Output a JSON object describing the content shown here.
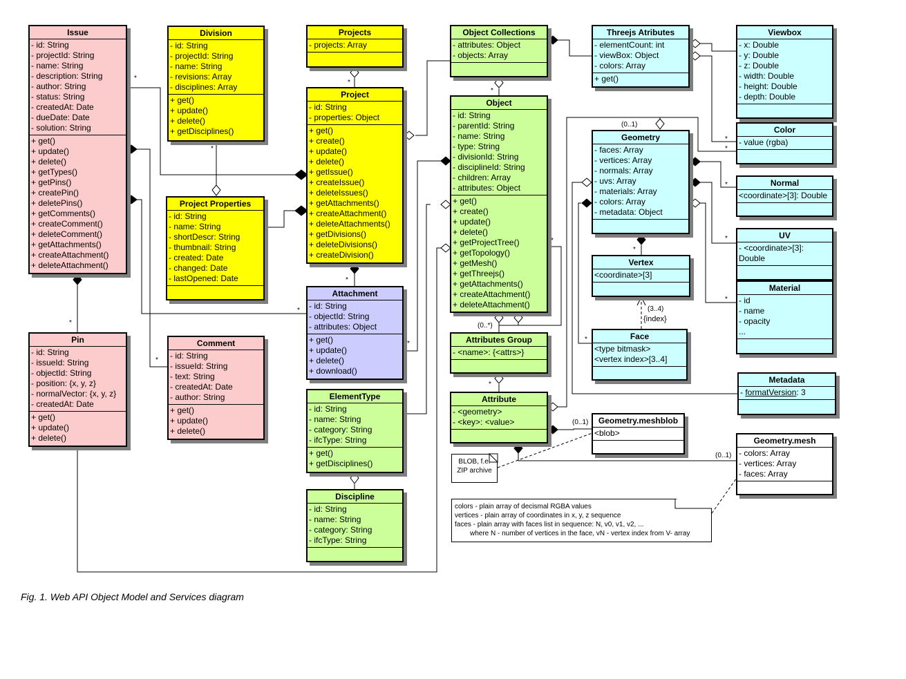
{
  "caption": "Fig. 1. Web API Object Model and Services diagram",
  "classes": {
    "issue": {
      "title": "Issue",
      "attrs": [
        "- id: String",
        "- projectId: String",
        "- name: String",
        "- description: String",
        "- author: String",
        "- status: String",
        "- createdAt: Date",
        "- dueDate: Date",
        "- solution: String"
      ],
      "ops": [
        "+ get()",
        "+ update()",
        "+ delete()",
        "+ getTypes()",
        "+ getPins()",
        "+ createPin()",
        "+ deletePins()",
        "+ getComments()",
        "+ createComment()",
        "+ deleteComment()",
        "+ getAttachments()",
        "+ createAttachment()",
        "+ deleteAttachment()"
      ]
    },
    "division": {
      "title": "Division",
      "attrs": [
        "- id: String",
        "- projectId: String",
        "- name: String",
        "- revisions: Array",
        "- disciplines: Array"
      ],
      "ops": [
        "+ get()",
        "+ update()",
        "+ delete()",
        "+ getDisciplines()"
      ]
    },
    "projects": {
      "title": "Projects",
      "attrs": [
        "- projects: Array"
      ]
    },
    "project": {
      "title": "Project",
      "attrs": [
        "- id: String",
        "- properties: Object"
      ],
      "ops": [
        "+ get()",
        "+ create()",
        "+ update()",
        "+ delete()",
        "+ getIssue()",
        "+ createIssue()",
        "+ deleteIssues()",
        "+ getAttachments()",
        "+ createAttachment()",
        "+ deleteAttachments()",
        "+ getDivisions()",
        "+ deleteDivisions()",
        "+ createDivision()"
      ]
    },
    "project_properties": {
      "title": "Project Properties",
      "attrs": [
        "- id: String",
        "- name: String",
        "- shortDescr: String",
        "- thumbnail: String",
        "- created: Date",
        "- changed: Date",
        "- lastOpened: Date"
      ]
    },
    "attachment": {
      "title": "Attachment",
      "attrs": [
        "- id: String",
        "- objectId: String",
        "- attributes: Object"
      ],
      "ops": [
        "+ get()",
        "+ update()",
        "+ delete()",
        "+ download()"
      ]
    },
    "element_type": {
      "title": "ElementType",
      "attrs": [
        "- id: String",
        "- name: String",
        "- category: String",
        "- ifcType: String"
      ],
      "ops": [
        "+ get()",
        "+ getDisciplines()"
      ]
    },
    "discipline": {
      "title": "Discipline",
      "attrs": [
        "- id: String",
        "- name: String",
        "- category: String",
        "- ifcType: String"
      ]
    },
    "pin": {
      "title": "Pin",
      "attrs": [
        "- id: String",
        "- issueId: String",
        "- objectId: String",
        "- position: {x, y, z}",
        "- normalVector: {x, y, z}",
        "- createdAt: Date"
      ],
      "ops": [
        "+ get()",
        "+ update()",
        "+ delete()"
      ]
    },
    "comment": {
      "title": "Comment",
      "attrs": [
        "- id: String",
        "- issueId: String",
        "- text: String",
        "- createdAt: Date",
        "- author: String"
      ],
      "ops": [
        "+ get()",
        "+ update()",
        "+ delete()"
      ]
    },
    "object_collections": {
      "title": "Object Collections",
      "attrs": [
        "- attributes: Object",
        "- objects: Array"
      ]
    },
    "object": {
      "title": "Object",
      "attrs": [
        "- id: String",
        "- parentId: String",
        "- name: String",
        "- type: String",
        "- divisionId: String",
        "- disciplineId: String",
        "- children: Array",
        "- attributes: Object"
      ],
      "ops": [
        "+ get()",
        "+ create()",
        "+ update()",
        "+ delete()",
        "+ getProjectTree()",
        "+ getTopology()",
        "+ getMesh()",
        "+ getThreejs()",
        "+ getAttachments()",
        "+ createAttachment()",
        "+ deleteAttachment()"
      ]
    },
    "attributes_group": {
      "title": "Attributes Group",
      "attrs": [
        "- <name>: {<attrs>}"
      ]
    },
    "attribute": {
      "title": "Attribute",
      "attrs": [
        "- <geometry>",
        "- <key>: <value>"
      ]
    },
    "threejs_attributes": {
      "title": "Threejs Atributes",
      "attrs": [
        "- elementCount: int",
        "- viewBox: Object",
        "- colors: Array"
      ],
      "ops": [
        "+ get()"
      ]
    },
    "viewbox": {
      "title": "Viewbox",
      "attrs": [
        "- x: Double",
        "- y: Double",
        "- z: Double",
        "- width: Double",
        "- height: Double",
        "- depth: Double"
      ]
    },
    "color": {
      "title": "Color",
      "attrs": [
        "- value (rgba)"
      ]
    },
    "geometry": {
      "title": "Geometry",
      "attrs": [
        "- faces: Array",
        "- vertices: Array",
        "- normals: Array",
        "- uvs: Array",
        "- materials: Array",
        "- colors: Array",
        "- metadata: Object"
      ]
    },
    "normal": {
      "title": "Normal",
      "attrs": [
        "<coordinate>[3]: Double"
      ]
    },
    "uv": {
      "title": "UV",
      "attrs": [
        "- <coordinate>[3]:",
        "Double"
      ]
    },
    "vertex": {
      "title": "Vertex",
      "attrs": [
        "<coordinate>[3]"
      ]
    },
    "material": {
      "title": "Material",
      "attrs": [
        "- id",
        "- name",
        "- opacity",
        "..."
      ]
    },
    "face": {
      "title": "Face",
      "attrs": [
        "<type bitmask>",
        "<vertex index>[3..4]"
      ]
    },
    "metadata": {
      "title": "Metadata",
      "attr_name": "formatVersion",
      "attr_value": ": 3"
    },
    "geometry_meshblob": {
      "title": "Geometry.meshblob",
      "attrs": [
        "<blob>"
      ]
    },
    "geometry_mesh": {
      "title": "Geometry.mesh",
      "attrs": [
        "- colors: Array",
        "- vertices: Array",
        "- faces: Array"
      ]
    }
  },
  "notes": {
    "blob": [
      "BLOB, f.e.",
      "ZIP archive"
    ],
    "mesh": [
      "colors - plain array of decismal RGBA values",
      "vertices - plain array of coordinates in x, y, z sequence",
      "faces - plain array with faces list in sequence: N, v0, v1, v2, ...",
      "where N - number of vertices in the face, vN - vertex index from V- array"
    ]
  },
  "multiplicities": {
    "star": "*",
    "zero_to_one": "(0..1)",
    "zero_to_many": "(0..*)",
    "three_to_four": "(3..4)",
    "index": "{index}"
  },
  "colors": {
    "red": "#fccccc",
    "yellow": "#ffff00",
    "blue": "#ccccff",
    "green": "#ccff99",
    "cyan": "#ccffff",
    "white": "#ffffff",
    "shadow": "#7f7f7f"
  }
}
